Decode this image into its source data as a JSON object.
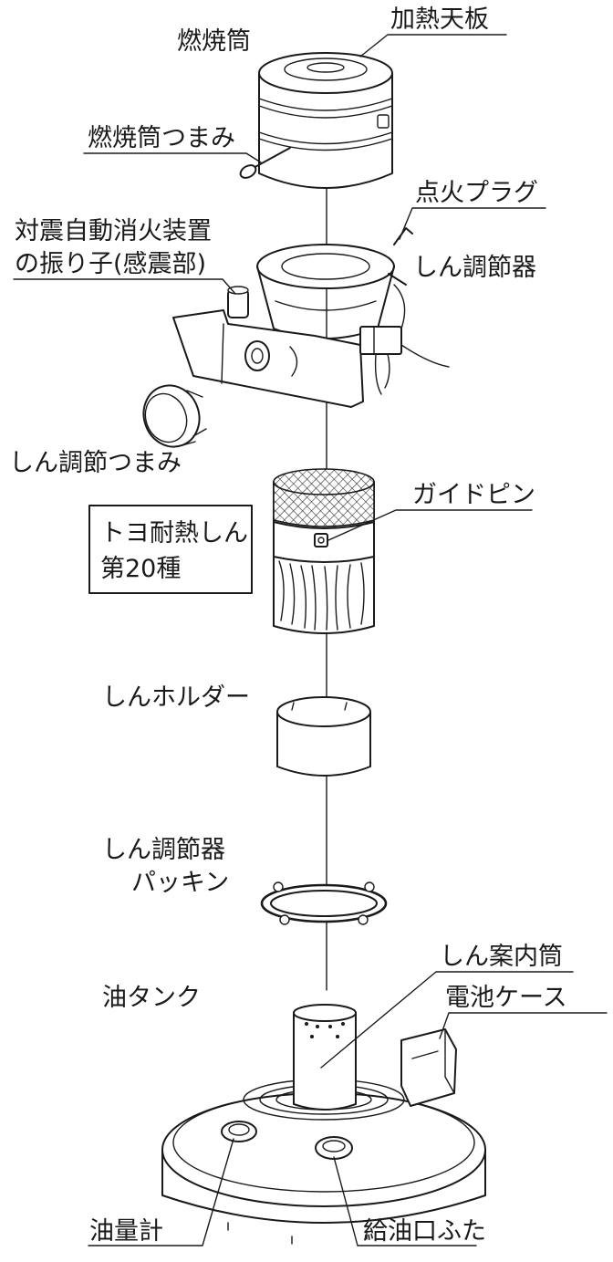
{
  "labels": {
    "combustion_cylinder": "燃焼筒",
    "heating_top_plate": "加熱天板",
    "combustion_cylinder_knob": "燃焼筒つまみ",
    "ignition_plug": "点火プラグ",
    "seismic_device_line1": "対震自動消火装置",
    "seismic_device_line2": "の振り子(感震部)",
    "wick_adjuster": "しん調節器",
    "wick_adjust_knob": "しん調節つまみ",
    "guide_pin": "ガイドピン",
    "wick_holder": "しんホルダー",
    "packing_line1": "しん調節器",
    "packing_line2": "パッキン",
    "wick_guide_tube": "しん案内筒",
    "battery_case": "電池ケース",
    "oil_tank": "油タンク",
    "oil_gauge": "油量計",
    "fuel_cap": "給油口ふた"
  },
  "wick_box": {
    "line1": "トヨ耐熱しん",
    "line2": "第20種"
  }
}
